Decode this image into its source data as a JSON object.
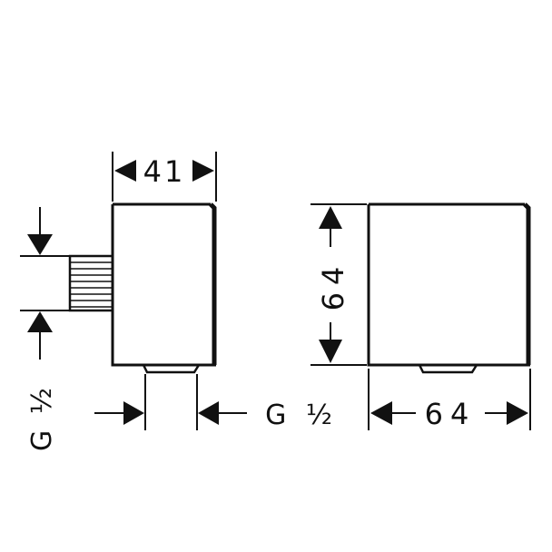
{
  "colors": {
    "line": "#111111",
    "background": "#ffffff"
  },
  "side_view": {
    "width_label": "41",
    "thread_label_vertical": "G ½",
    "thread_label_horizontal": "G ½"
  },
  "front_view": {
    "height_label": "64",
    "width_label": "64"
  }
}
